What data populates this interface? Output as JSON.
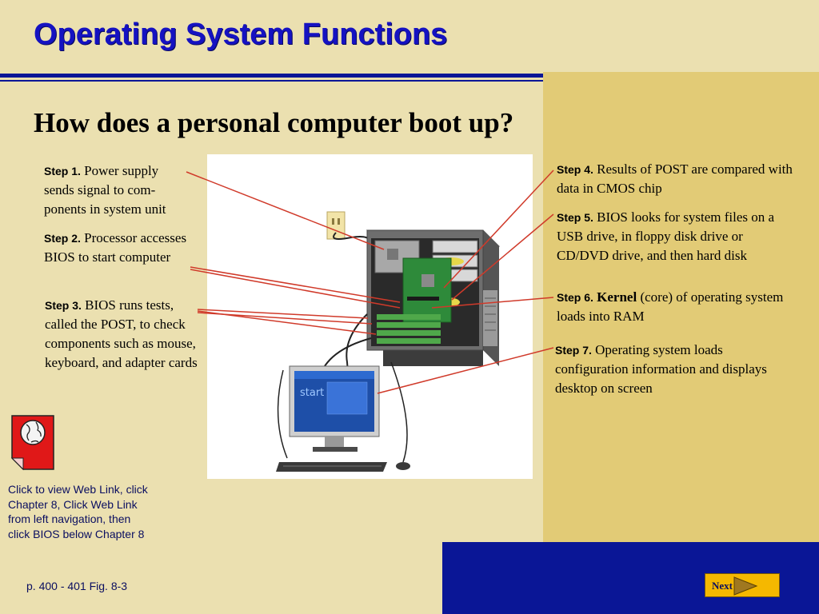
{
  "title": "Operating System Functions",
  "subtitle": "How does a personal computer boot up?",
  "steps": [
    {
      "label": "Step 1.",
      "text": "Power supply sends signal to com-ponents in system unit"
    },
    {
      "label": "Step 2.",
      "text": "Processor accesses BIOS to start computer"
    },
    {
      "label": "Step 3.",
      "text": "BIOS runs tests, called the POST, to check components such as mouse, keyboard, and adapter cards"
    },
    {
      "label": "Step 4.",
      "text": "Results of POST are compared with data in CMOS chip"
    },
    {
      "label": "Step 5.",
      "text": "BIOS looks for system files on a USB drive, in floppy disk drive or CD/DVD drive, and then hard disk"
    },
    {
      "label": "Step 6.",
      "keyword": "Kernel",
      "text": "(core) of operating system loads into RAM"
    },
    {
      "label": "Step 7.",
      "text": "Operating system loads configuration information and displays desktop on screen"
    }
  ],
  "screen_text": "start",
  "weblink": {
    "icon": "globe-page-icon",
    "text": "Click to view Web Link, click Chapter 8, Click Web Link from left navigation, then click BIOS below Chapter 8"
  },
  "page_ref": "p. 400 - 401 Fig. 8-3",
  "next_label": "Next",
  "colors": {
    "background": "#EBE0B0",
    "accent_band": "#E2CB76",
    "navy": "#0A1696",
    "title": "#1512C2",
    "callout_line": "#D03A2A",
    "next_button": "#F5B800"
  }
}
